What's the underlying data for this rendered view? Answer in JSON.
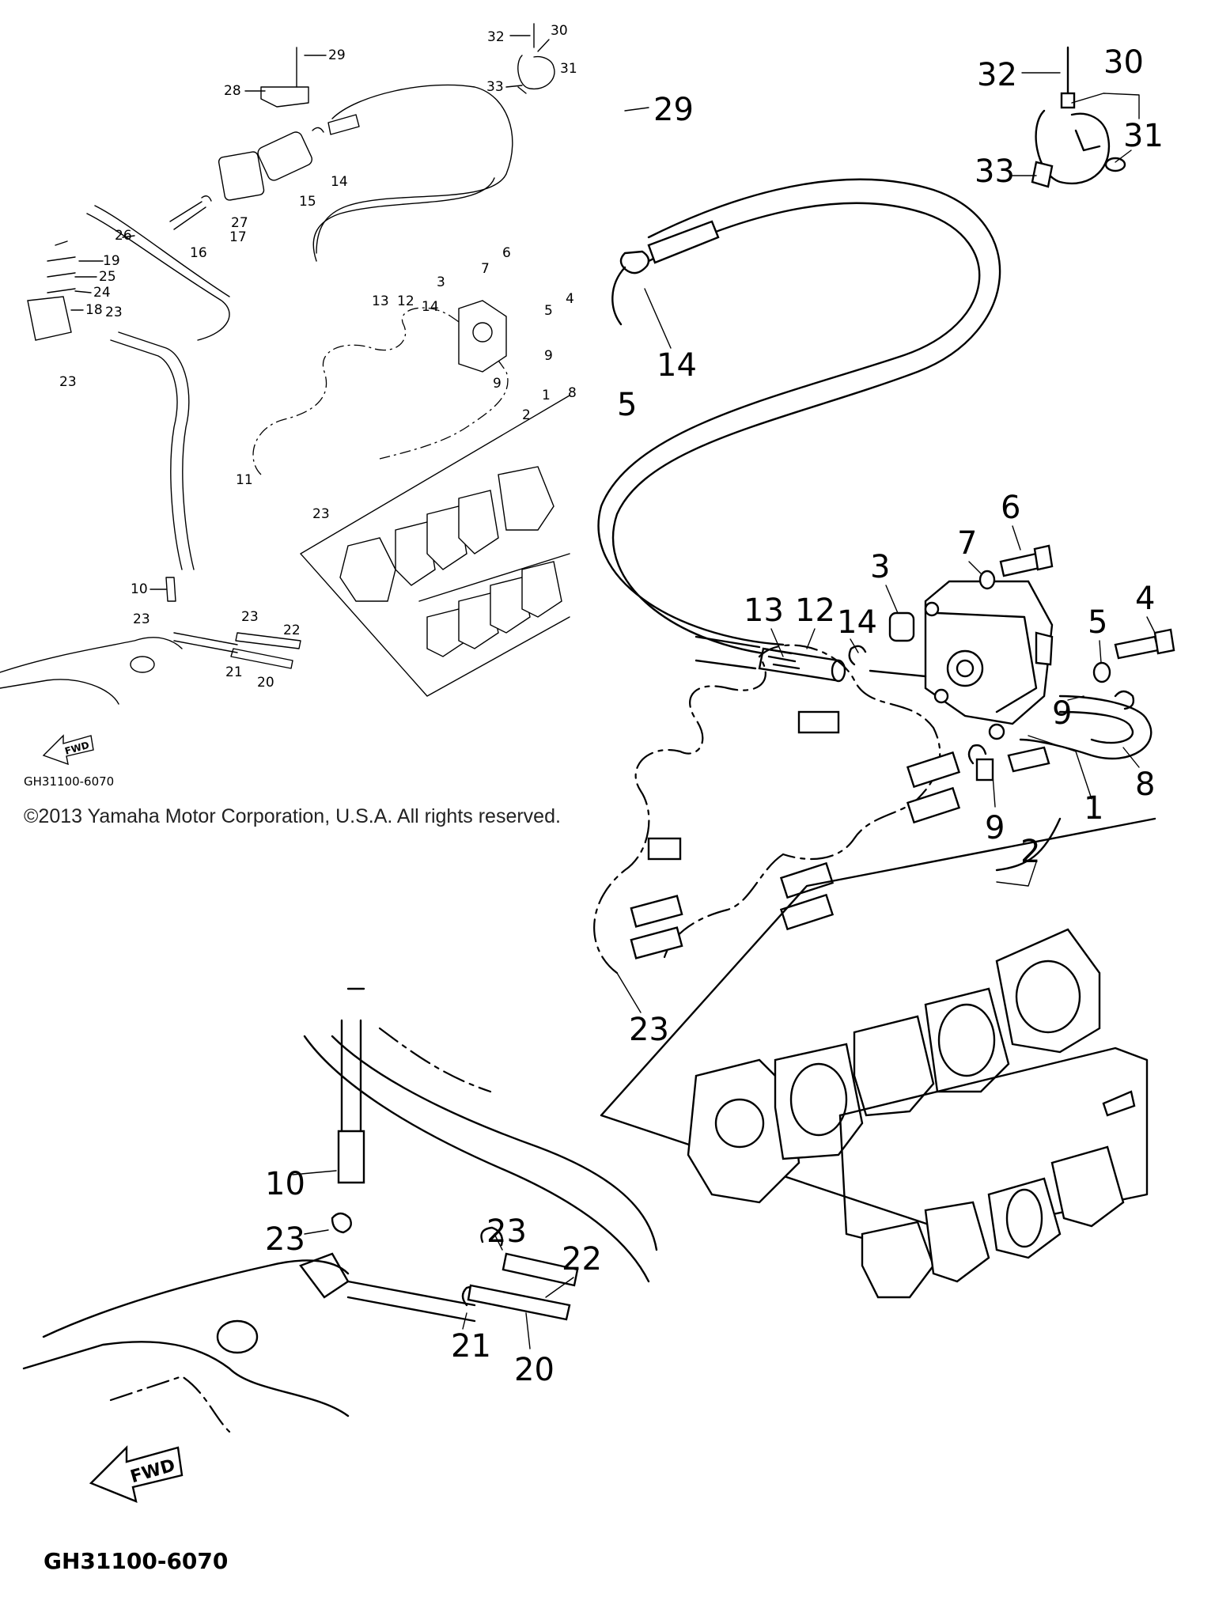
{
  "copyright": "©2013 Yamaha Motor Corporation, U.S.A. All rights reserved.",
  "diagram_code": "GH31100-6070",
  "fwd_label": "FWD",
  "large_view": {
    "labels": [
      "1",
      "2",
      "3",
      "4",
      "5",
      "6",
      "7",
      "8",
      "9",
      "9",
      "10",
      "12",
      "13",
      "14",
      "14",
      "20",
      "21",
      "22",
      "23",
      "23",
      "23",
      "29",
      "30",
      "31",
      "32",
      "33"
    ]
  },
  "small_view": {
    "labels": [
      "1",
      "2",
      "3",
      "4",
      "5",
      "6",
      "7",
      "8",
      "9",
      "9",
      "10",
      "11",
      "12",
      "13",
      "14",
      "14",
      "15",
      "16",
      "17",
      "18",
      "19",
      "20",
      "21",
      "22",
      "23",
      "23",
      "23",
      "23",
      "23",
      "24",
      "25",
      "26",
      "27",
      "28",
      "29",
      "30",
      "31",
      "32",
      "33"
    ]
  },
  "partial_label": "5"
}
